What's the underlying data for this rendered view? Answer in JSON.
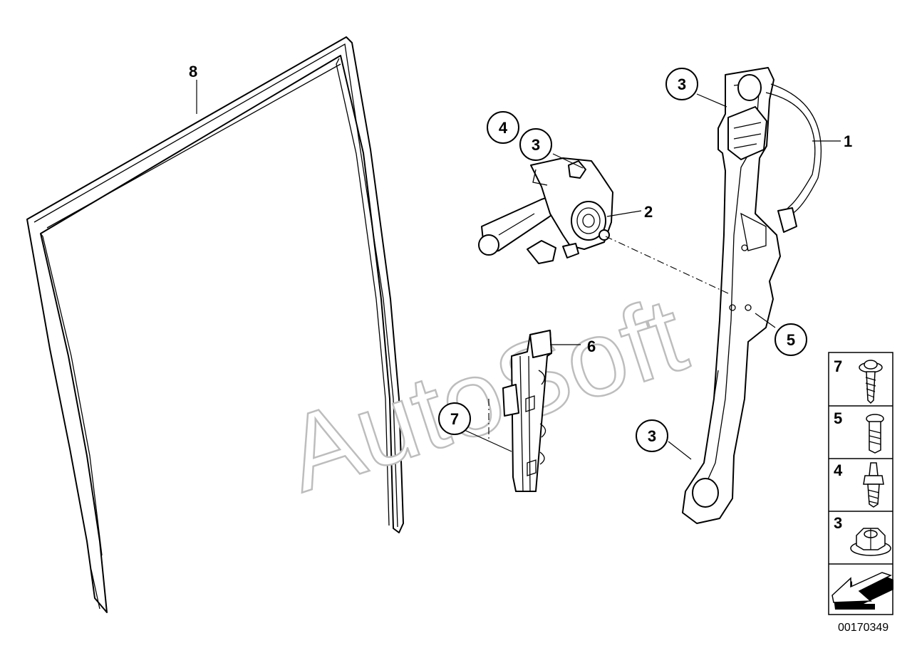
{
  "diagram": {
    "callouts": [
      {
        "id": "c8",
        "label": "8"
      },
      {
        "id": "c4",
        "label": "4"
      },
      {
        "id": "c3a",
        "label": "3"
      },
      {
        "id": "c2",
        "label": "2"
      },
      {
        "id": "c3b",
        "label": "3"
      },
      {
        "id": "c1",
        "label": "1"
      },
      {
        "id": "c5",
        "label": "5"
      },
      {
        "id": "c6",
        "label": "6"
      },
      {
        "id": "c7",
        "label": "7"
      },
      {
        "id": "c3c",
        "label": "3"
      }
    ],
    "watermark": "AutoSoft",
    "legend": [
      {
        "label": "7",
        "icon": "screw-with-washer-icon"
      },
      {
        "label": "5",
        "icon": "torx-bolt-icon"
      },
      {
        "label": "4",
        "icon": "stud-bolt-icon"
      },
      {
        "label": "3",
        "icon": "hex-flange-nut-icon"
      }
    ],
    "direction_icon": "front-direction-arrow-icon",
    "drawing_number": "00170349"
  }
}
